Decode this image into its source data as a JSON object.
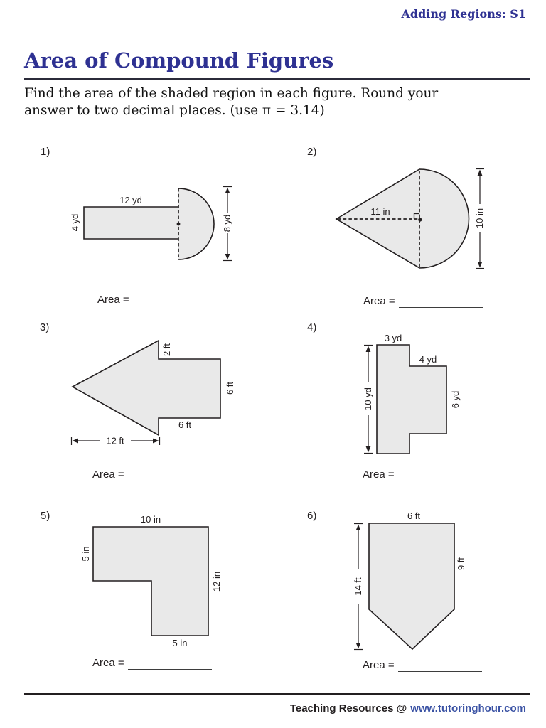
{
  "page": {
    "header_tag": "Adding Regions: S1",
    "title": "Area of Compound Figures",
    "instructions_line1": "Find the area of the shaded region in each figure. Round your",
    "instructions_line2": "answer to two decimal places. (use π = 3.14)",
    "area_label": "Area =",
    "footer_prefix": "Teaching Resources @",
    "footer_link": "www.tutoringhour.com"
  },
  "colors": {
    "accent_navy": "#2e3192",
    "link_blue": "#3a52a4",
    "shape_fill": "#e9e9e9",
    "ink": "#231f20"
  },
  "problems": [
    {
      "number": "1)",
      "figure": "rectangle-with-semicircle",
      "labels": {
        "top": "12 yd",
        "left": "4 yd",
        "diameter": "8 yd"
      }
    },
    {
      "number": "2)",
      "figure": "triangle-with-semicircle",
      "labels": {
        "radius": "11 in",
        "diameter": "10 in"
      }
    },
    {
      "number": "3)",
      "figure": "left-arrow",
      "labels": {
        "notch": "2 ft",
        "right_side": "6 ft",
        "bottom": "6 ft",
        "base": "12 ft"
      }
    },
    {
      "number": "4)",
      "figure": "t-shape",
      "labels": {
        "top": "3 yd",
        "arm_top": "4 yd",
        "arm_right": "6 yd",
        "height": "10 yd"
      }
    },
    {
      "number": "5)",
      "figure": "l-shape",
      "labels": {
        "top": "10 in",
        "left": "5 in",
        "right": "12 in",
        "bottom": "5 in"
      }
    },
    {
      "number": "6)",
      "figure": "pentagon",
      "labels": {
        "top": "6 ft",
        "right": "9 ft",
        "height": "14 ft"
      }
    }
  ]
}
